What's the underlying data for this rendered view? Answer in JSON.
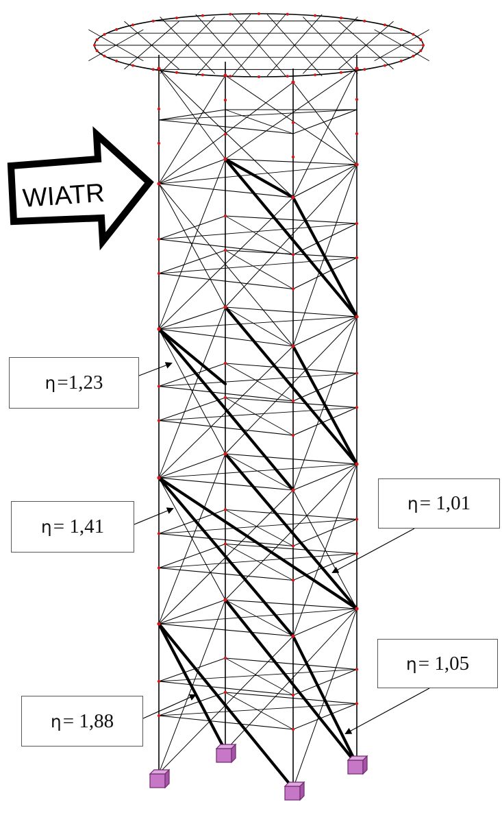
{
  "diagram": {
    "wind_label": "WIATR",
    "eta_symbol": "η",
    "callouts": [
      {
        "id": "c123",
        "text": "=1,23"
      },
      {
        "id": "c141",
        "text": "= 1,41"
      },
      {
        "id": "c101",
        "text": "= 1,01"
      },
      {
        "id": "c105",
        "text": "= 1,05"
      },
      {
        "id": "c188",
        "text": "= 1,88"
      }
    ],
    "colors": {
      "structure": "#000000",
      "node": "#d11a1a",
      "support": "#c678c6",
      "support_edge": "#6e2a6e"
    },
    "icons": [
      "wind-arrow-icon",
      "support-block-icon",
      "pointer-arrow-icon"
    ]
  }
}
